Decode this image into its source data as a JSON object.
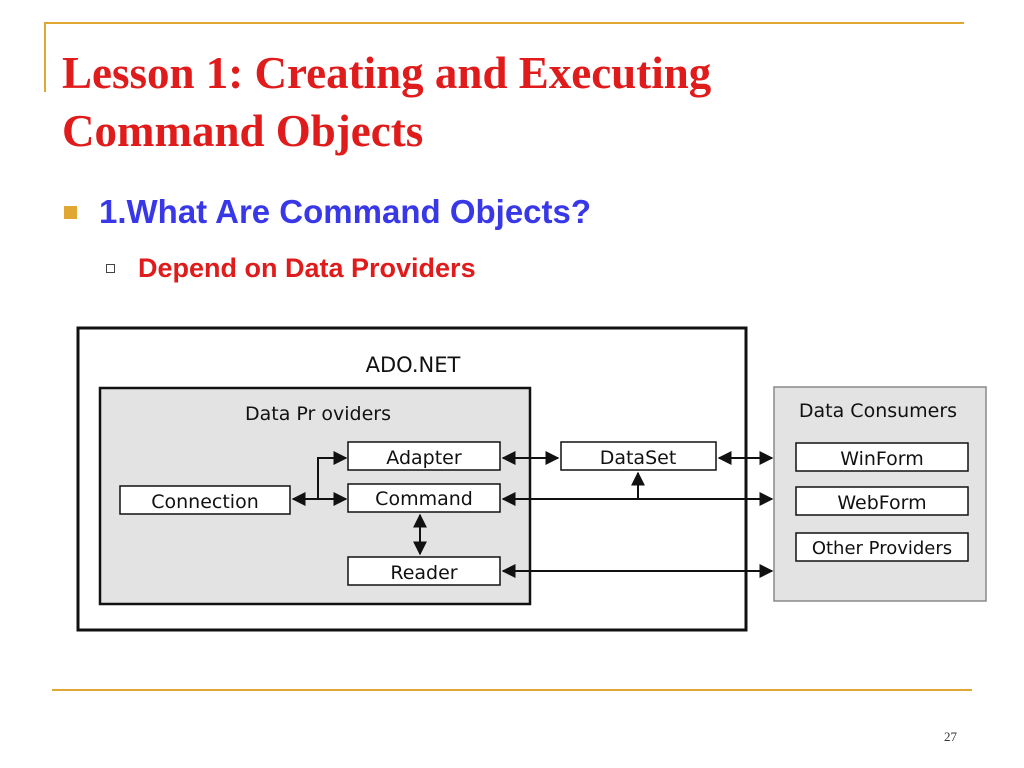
{
  "slide": {
    "title_line1": "Lesson 1: Creating and Executing",
    "title_line2": "Command Objects",
    "bullet1": "1.What Are Command Objects?",
    "bullet2": "Depend on  Data Providers",
    "page_number": "27"
  },
  "diagram": {
    "outer_label": "ADO.NET",
    "providers_label": "Data Pr oviders",
    "consumers_label": "Data Consumers",
    "connection": "Connection",
    "adapter": "Adapter",
    "command": "Command",
    "reader": "Reader",
    "dataset": "DataSet",
    "winform": "WinForm",
    "webform": "WebForm",
    "other_providers": "Other Providers"
  },
  "colors": {
    "title": "#e01b1b",
    "bullet1": "#3838e8",
    "accent": "#e0a733"
  }
}
